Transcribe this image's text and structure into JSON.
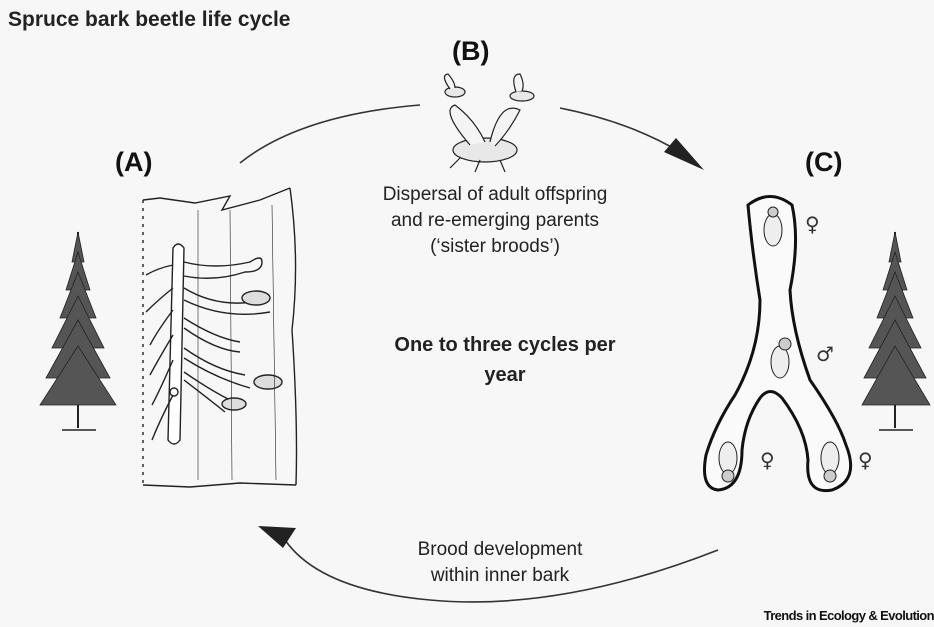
{
  "title": "Spruce bark beetle life cycle",
  "stages": {
    "a": {
      "letter": "(A)"
    },
    "b": {
      "letter": "(B)"
    },
    "c": {
      "letter": "(C)"
    }
  },
  "dispersal_text": [
    "Dispersal of adult offspring",
    "and re-emerging parents",
    "(‘sister broods’)"
  ],
  "cycles_text": [
    "One to three cycles per",
    "year"
  ],
  "brood_text": [
    "Brood development",
    "within inner bark"
  ],
  "sex_symbols": {
    "female": "♀",
    "male": "♂"
  },
  "credit": "Trends in Ecology & Evolution",
  "colors": {
    "background": "#f7f7f7",
    "ink": "#222222"
  }
}
